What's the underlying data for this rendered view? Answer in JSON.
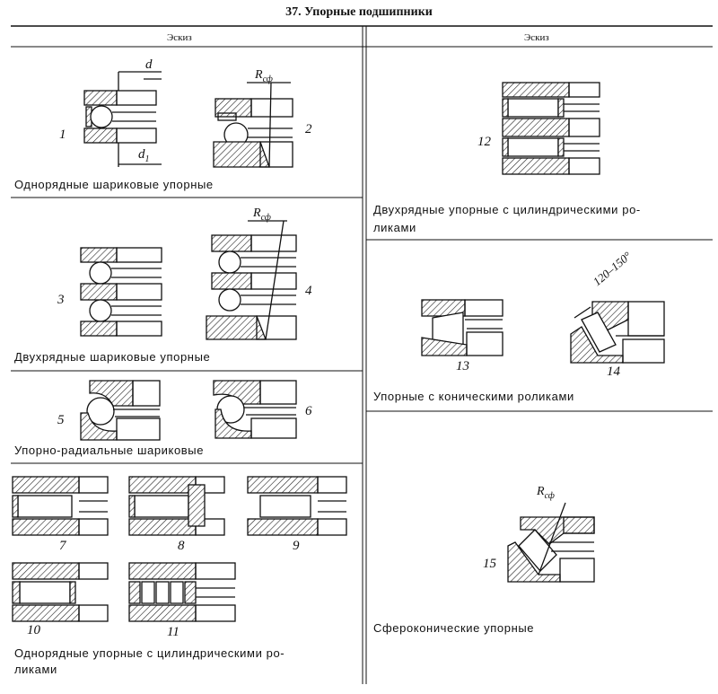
{
  "title": "37. Упорные подшипники",
  "headers": {
    "left": "Эскиз",
    "right": "Эскиз"
  },
  "captions": {
    "single_ball": "Однорядные шариковые упорные",
    "double_ball": "Двухрядные шариковые упорные",
    "angular_ball": "Упорно-радиальные шариковые",
    "single_cyl_line1": "Однорядные упорные с цилиндрическими ро-",
    "single_cyl_line2": "ликами",
    "double_cyl_line1": "Двухрядные упорные с цилиндрическими ро-",
    "double_cyl_line2": "ликами",
    "tapered": "Упорные с коническими роликами",
    "spherical": "Сфероконические упорные"
  },
  "figure_numbers": [
    "1",
    "2",
    "3",
    "4",
    "5",
    "6",
    "7",
    "8",
    "9",
    "10",
    "11",
    "12",
    "13",
    "14",
    "15"
  ],
  "labels": {
    "d": "d",
    "d1": "d",
    "d1_sub": "1",
    "r_sf": "R",
    "r_sf_sub": "сф",
    "angle": "120–150°"
  }
}
